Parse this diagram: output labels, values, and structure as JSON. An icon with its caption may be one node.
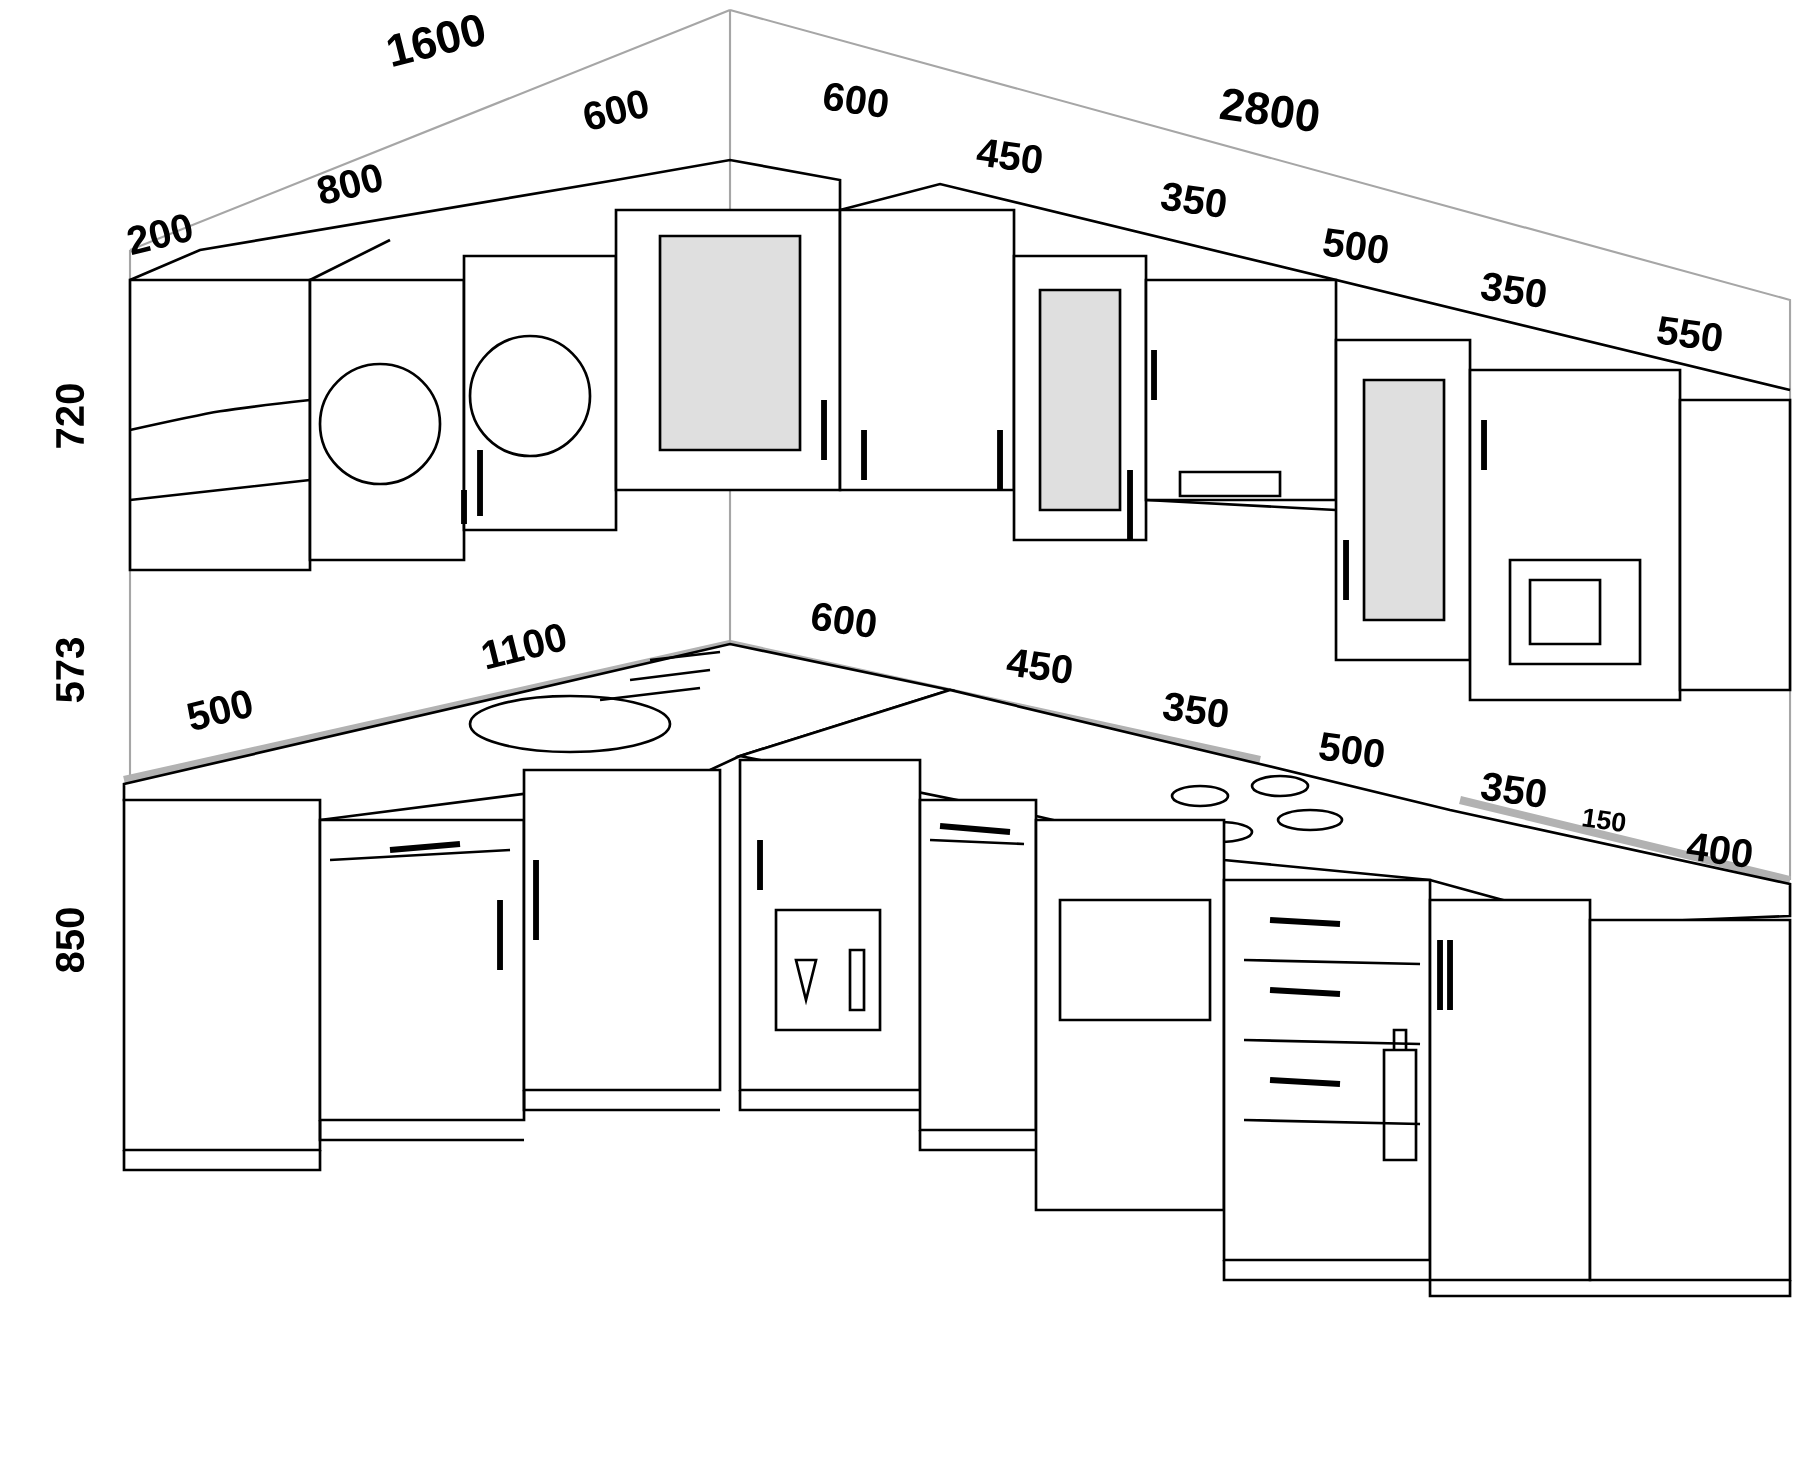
{
  "diagram": {
    "labels": [
      "1600",
      "2800",
      "200",
      "800",
      "600",
      "600",
      "450",
      "350",
      "500",
      "350",
      "550",
      "720",
      "573",
      "850",
      "500",
      "1100",
      "600",
      "450",
      "350",
      "500",
      "350",
      "150",
      "400"
    ]
  }
}
